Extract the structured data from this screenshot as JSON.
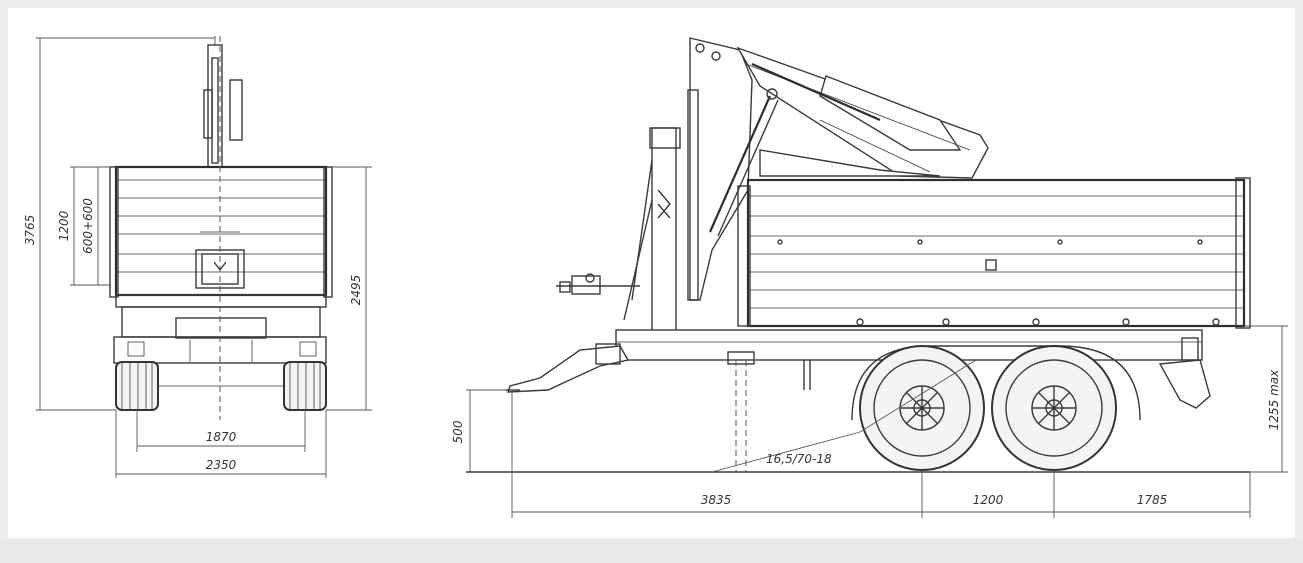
{
  "drawing": {
    "front_view": {
      "overall_height": "3765",
      "side_height_1": "1200",
      "side_height_2": "600+600",
      "body_top_height": "2495",
      "track_width": "1870",
      "overall_width": "2350"
    },
    "side_view": {
      "drawbar_height": "500",
      "tyre_size": "16,5/70-18",
      "drawbar_to_axle": "3835",
      "axle_spacing": "1200",
      "rear_overhang": "1785",
      "platform_height": "1255 max"
    }
  },
  "colors": {
    "line": "#3a3a3a",
    "paper": "#ffffff",
    "background": "#ececec"
  }
}
